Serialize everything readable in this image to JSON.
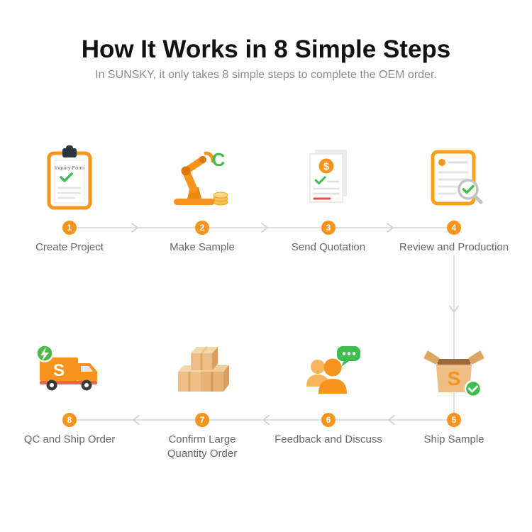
{
  "header": {
    "title": "How It Works in 8 Simple Steps",
    "subtitle": "In SUNSKY, it only takes 8 simple steps to complete the OEM order."
  },
  "steps": [
    {
      "num": "1",
      "label": "Create Project"
    },
    {
      "num": "2",
      "label": "Make Sample"
    },
    {
      "num": "3",
      "label": "Send Quotation"
    },
    {
      "num": "4",
      "label": "Review and Production"
    },
    {
      "num": "5",
      "label": "Ship Sample"
    },
    {
      "num": "6",
      "label": "Feedback and Discuss"
    },
    {
      "num": "7",
      "label": "Confirm Large\nQuantity Order"
    },
    {
      "num": "8",
      "label": "QC and Ship Order"
    }
  ],
  "icons": {
    "clipboard_title": "Inquiry Form",
    "sample_letter": "C",
    "quotation_symbol": "$",
    "box_letter": "S",
    "truck_letter": "S"
  },
  "colors": {
    "accent_orange": "#F7941E",
    "accent_green": "#3DBE4E",
    "line_gray": "#D5D5D5",
    "label_gray": "#666666",
    "subtitle_gray": "#8C8C8C",
    "title_color": "#111111"
  }
}
